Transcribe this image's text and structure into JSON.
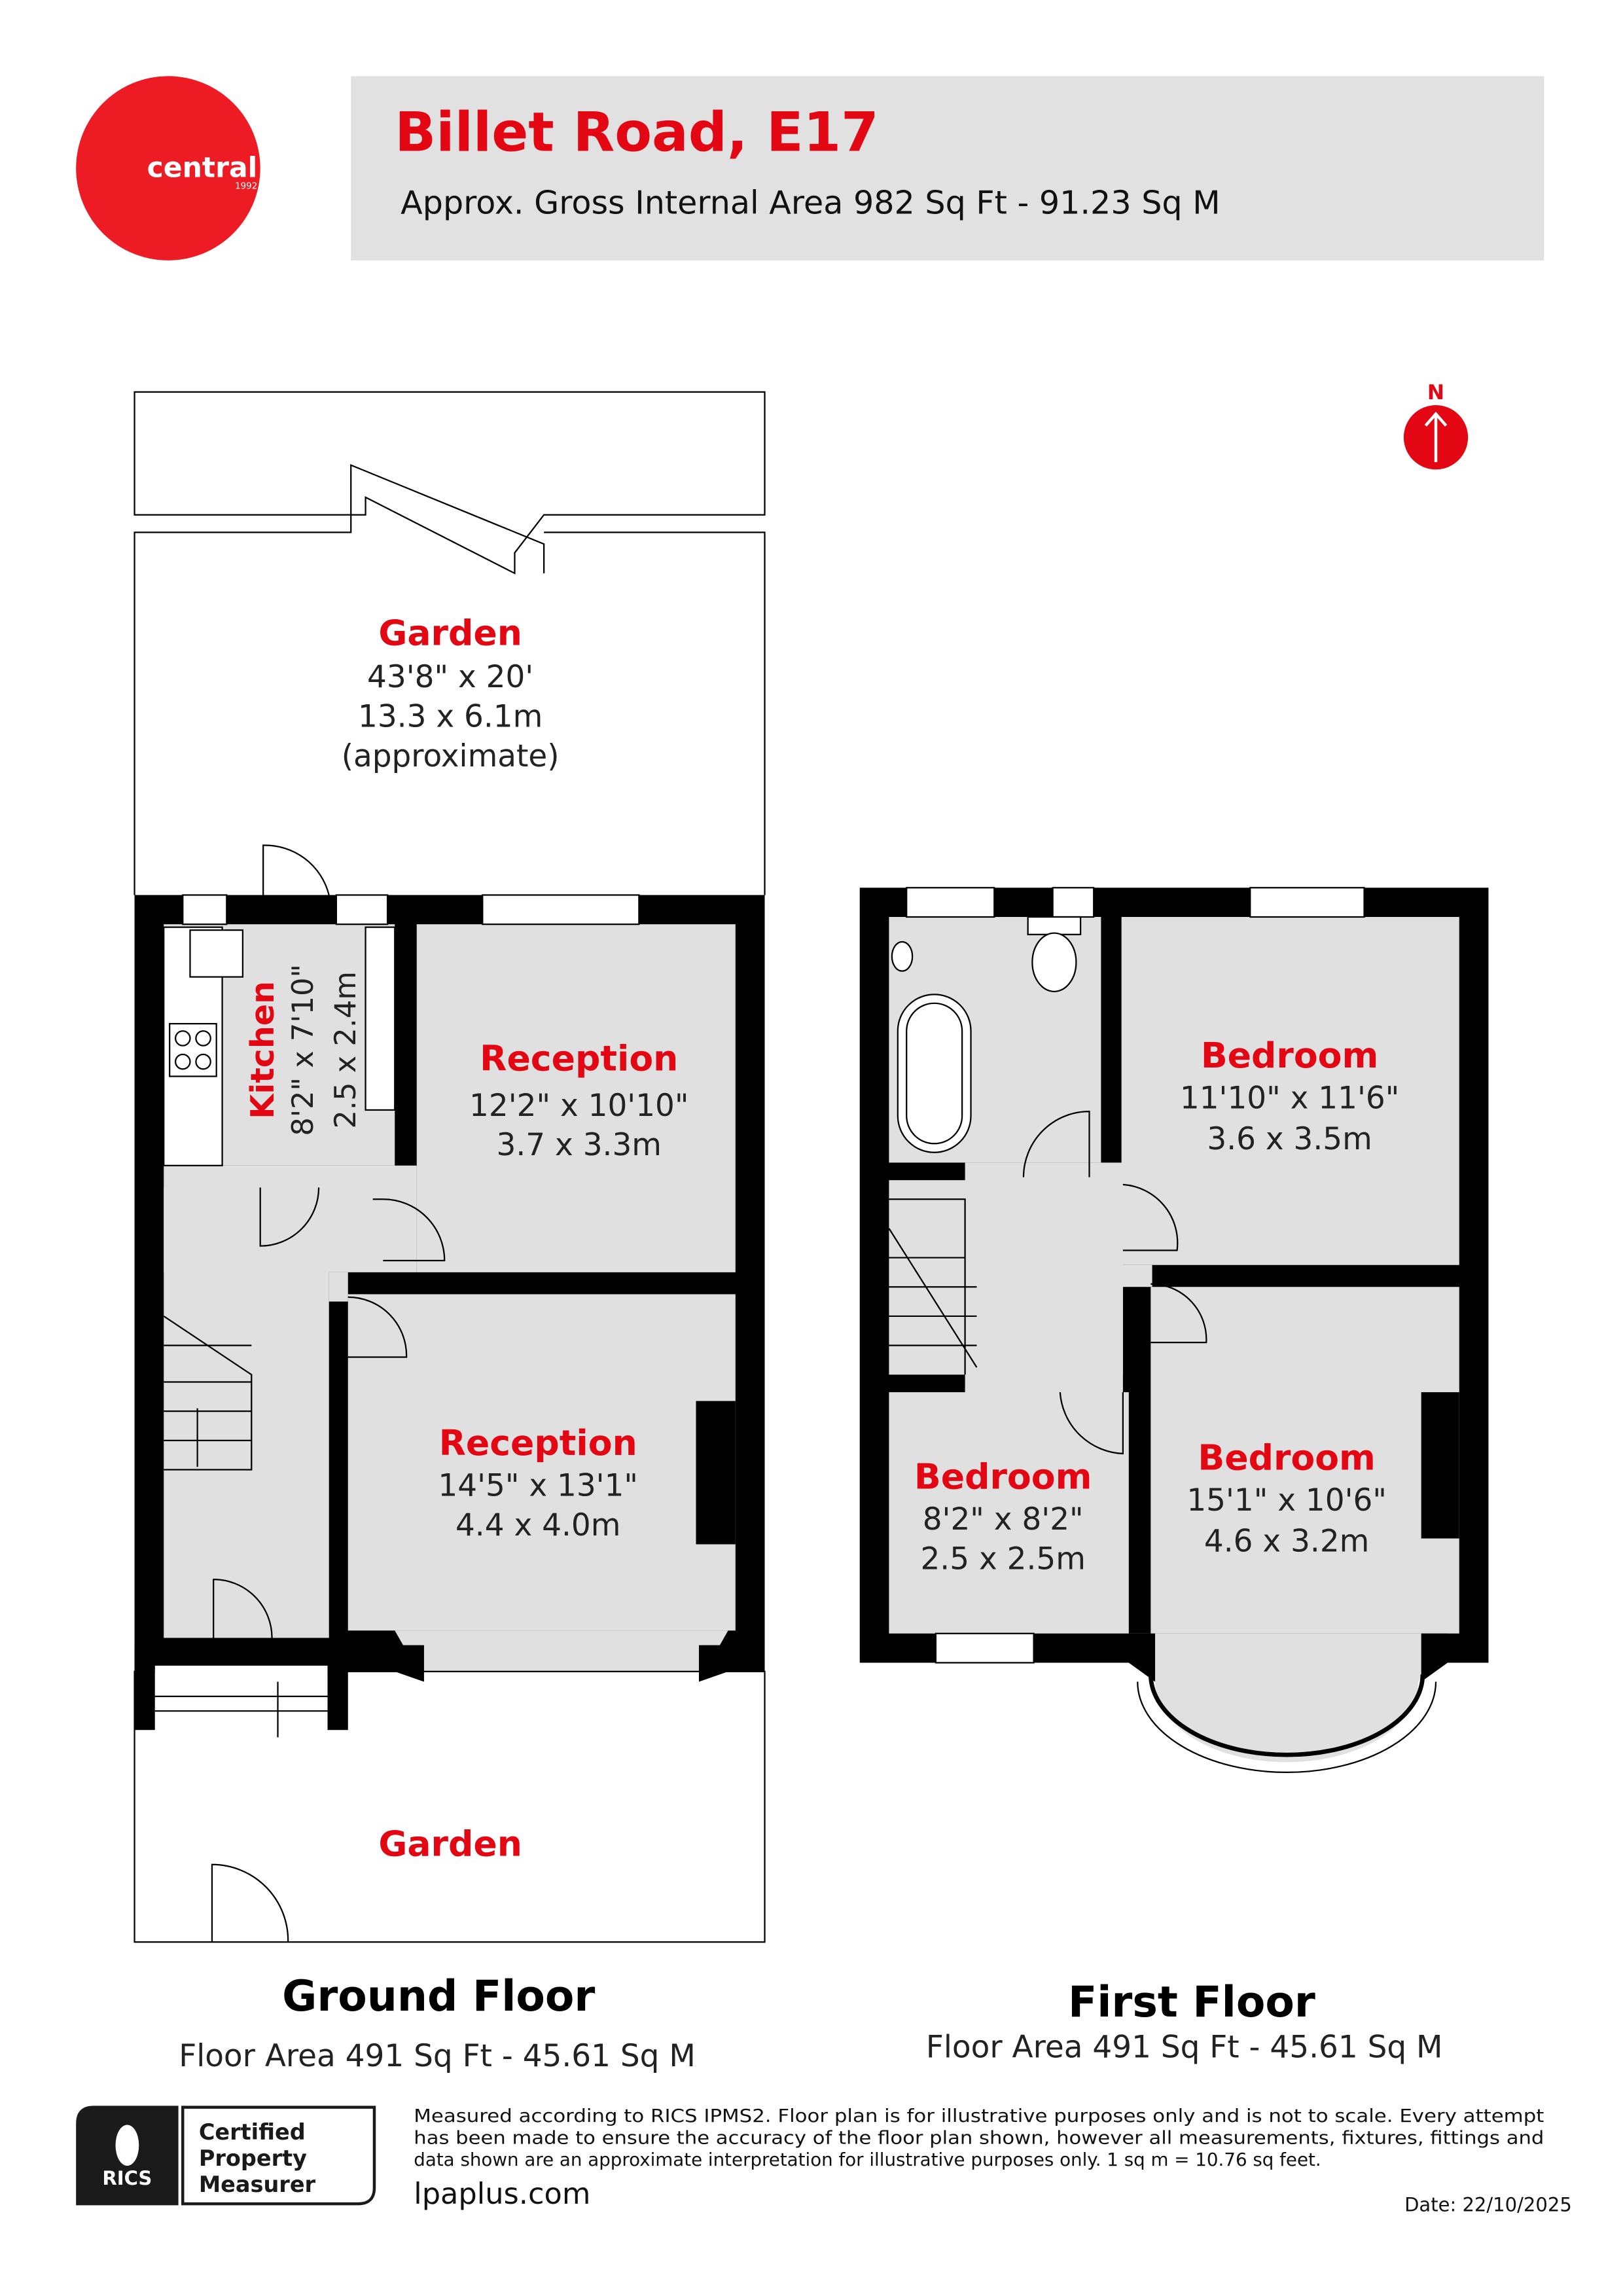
{
  "header": {
    "logo_text": "central",
    "logo_year": "1992",
    "title": "Billet Road, E17",
    "subtitle": "Approx. Gross Internal Area 982 Sq Ft - 91.23 Sq M"
  },
  "compass": {
    "label": "N"
  },
  "ground_floor": {
    "title": "Ground Floor",
    "area": "Floor Area 491 Sq Ft - 45.61 Sq M",
    "rooms": [
      {
        "name": "Garden",
        "dims": [
          "43'8\" x 20'",
          "13.3 x 6.1m",
          "(approximate)"
        ]
      },
      {
        "name": "Kitchen",
        "dims": [
          "8'2\" x 7'10\"",
          "2.5 x 2.4m"
        ]
      },
      {
        "name": "Reception",
        "dims": [
          "12'2\" x 10'10\"",
          "3.7 x 3.3m"
        ]
      },
      {
        "name": "Reception",
        "dims": [
          "14'5\" x 13'1\"",
          "4.4 x 4.0m"
        ]
      },
      {
        "name": "Garden",
        "dims": []
      }
    ]
  },
  "first_floor": {
    "title": "First Floor",
    "area": "Floor Area 491 Sq Ft - 45.61 Sq M",
    "rooms": [
      {
        "name": "Bedroom",
        "dims": [
          "11'10\" x 11'6\"",
          "3.6 x 3.5m"
        ]
      },
      {
        "name": "Bedroom",
        "dims": [
          "8'2\" x 8'2\"",
          "2.5 x 2.5m"
        ]
      },
      {
        "name": "Bedroom",
        "dims": [
          "15'1\" x 10'6\"",
          "4.6 x 3.2m"
        ]
      }
    ]
  },
  "footer": {
    "badge_logo": "RICS",
    "badge_lines": [
      "Certified",
      "Property",
      "Measurer"
    ],
    "disclaimer_lines": [
      "Measured according to RICS IPMS2. Floor plan is for illustrative purposes only and is not to scale. Every attempt",
      "has been made to ensure the accuracy of the floor plan shown, however all measurements, fixtures, fittings and",
      "data shown are an approximate interpretation for illustrative purposes only. 1 sq m = 10.76 sq feet."
    ],
    "website": "lpaplus.com",
    "date": "Date: 22/10/2025"
  },
  "colors": {
    "brand_red": "#ed1c24",
    "header_bg": "#e1e1e1",
    "room_fill": "#e0e0e0",
    "label_red": "#e30613"
  }
}
